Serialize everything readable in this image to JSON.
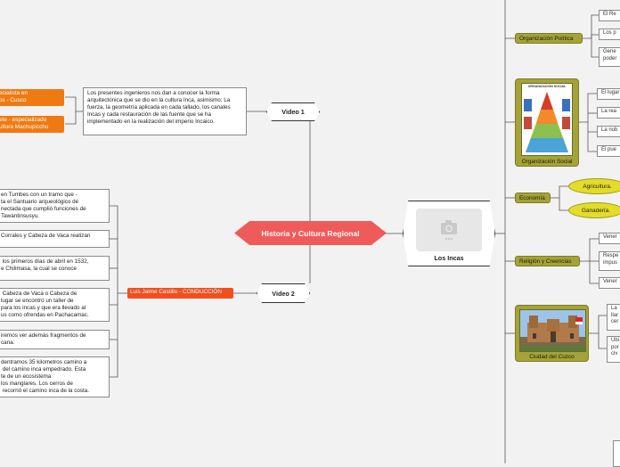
{
  "central": {
    "title": "Historia y Cultura Regional"
  },
  "incas": {
    "label": "Los Incas",
    "icon": "camera-icon"
  },
  "video1": {
    "label": "Video 1",
    "description": "Los presentes ingenieros nos dan a conocer la forma arquitectónica que se dio en la cultura Inca, asimismo; La fuerza, la geometría aplicada en cada tallado, los canales Incas y cada restauración de las fuente que se ha implementado en la realización del imperio Incaico.",
    "people": [
      "ecialista en\nos - Cusco",
      "ete - especializado\nultura Machupicchu"
    ]
  },
  "video2": {
    "label": "Video 2",
    "host": "Luis Jaime Castillo - CONDUCCIÓN",
    "notes": [
      "en Tumbes con un tramo que -\nta el Santuario arqueológico de\nnectada que cumplió funciones de\nTawantinsusyu.",
      "Corrales y Cabeza de Vaca realizan",
      " los primeros días de abril en 1532,\ne Chilimasa, la cual se conoce",
      " Cabeza de Vaca o Cabeza de\nlugar se encontró un taller de\npara los incas y que era llevado al\nus como ofrendas en Pachacamac.",
      "iremos ver además fragmentos de\ncana.",
      "dentramos 35 kilometros camino a\n del camino inca empedrado. Esta\nte de un ecosistema\nlos manglares. Los cerros de\n recorrió el camino inca de la costa."
    ]
  },
  "branches": {
    "politica": {
      "label": "Organización Política",
      "items": [
        "El Re",
        "Los p",
        "Gene\npoder"
      ]
    },
    "social": {
      "label": "Organización Social",
      "image_title": "ORGANIZACIÓN SOCIAL",
      "items": [
        "El lugar",
        "La rea",
        "La nob",
        "El pue"
      ]
    },
    "economia": {
      "label": "Economía",
      "items": [
        "Agricultura.",
        "Ganadería."
      ]
    },
    "religion": {
      "label": "Religión y Creencias",
      "items": [
        "Vener",
        "Respe\nimpus",
        "Vener"
      ]
    },
    "cusco": {
      "label": "Ciudad del Cuzco",
      "items": [
        "La\nllar\ncer",
        "Ubi\npor\nciv"
      ]
    }
  },
  "colors": {
    "central": "#ef5a5a",
    "orange": "#f07a12",
    "olive": "#a3a33a",
    "yellow": "#e3dc2a",
    "bg": "#f2f2f2"
  }
}
